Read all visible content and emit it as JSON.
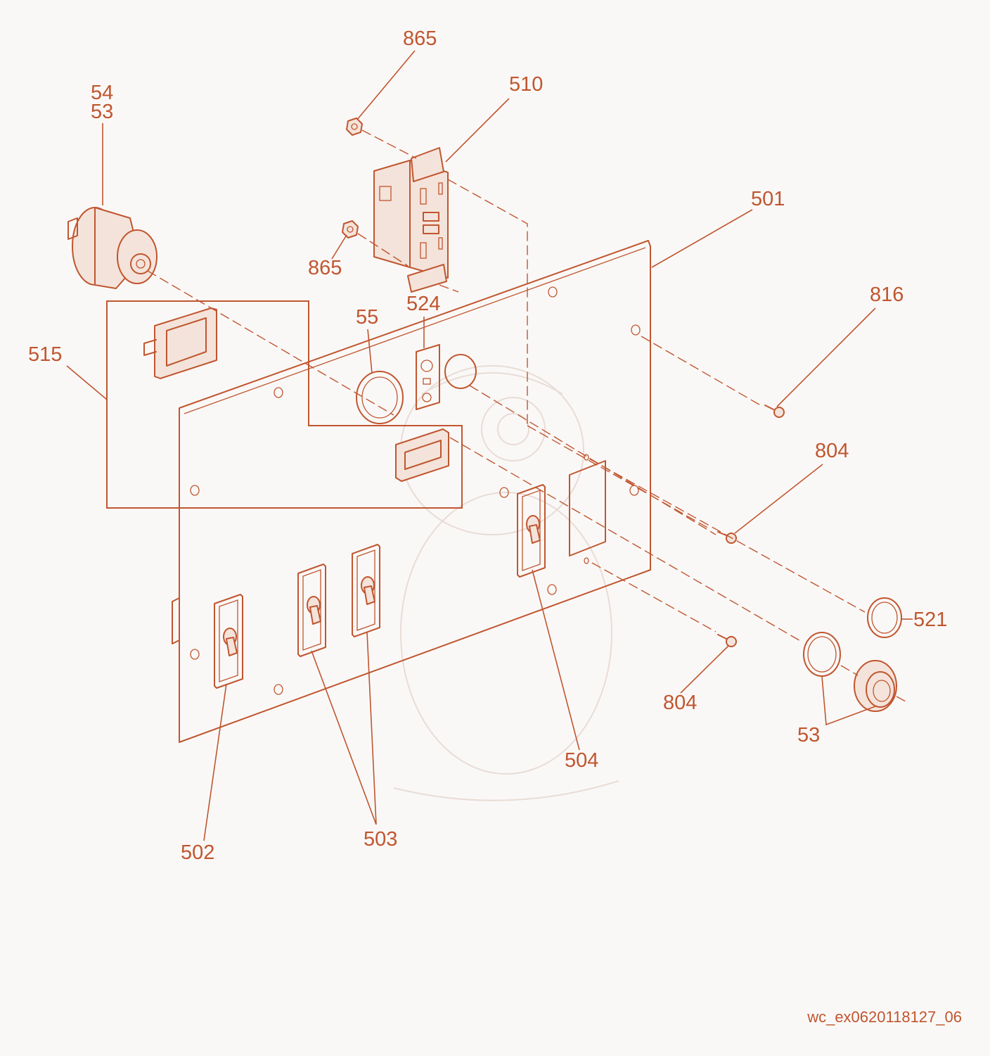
{
  "document_id": "wc_ex0620118127_06",
  "callouts": [
    {
      "id": "c865a",
      "label": "865"
    },
    {
      "id": "c510",
      "label": "510"
    },
    {
      "id": "c54",
      "label": "54"
    },
    {
      "id": "c53a",
      "label": "53"
    },
    {
      "id": "c501",
      "label": "501"
    },
    {
      "id": "c865b",
      "label": "865"
    },
    {
      "id": "c816",
      "label": "816"
    },
    {
      "id": "c524",
      "label": "524"
    },
    {
      "id": "c55",
      "label": "55"
    },
    {
      "id": "c515",
      "label": "515"
    },
    {
      "id": "c804a",
      "label": "804"
    },
    {
      "id": "c521",
      "label": "521"
    },
    {
      "id": "c804b",
      "label": "804"
    },
    {
      "id": "c53b",
      "label": "53"
    },
    {
      "id": "c504",
      "label": "504"
    },
    {
      "id": "c503",
      "label": "503"
    },
    {
      "id": "c502",
      "label": "502"
    }
  ],
  "colors": {
    "line": "#c0562f",
    "background": "#faf8f7"
  }
}
